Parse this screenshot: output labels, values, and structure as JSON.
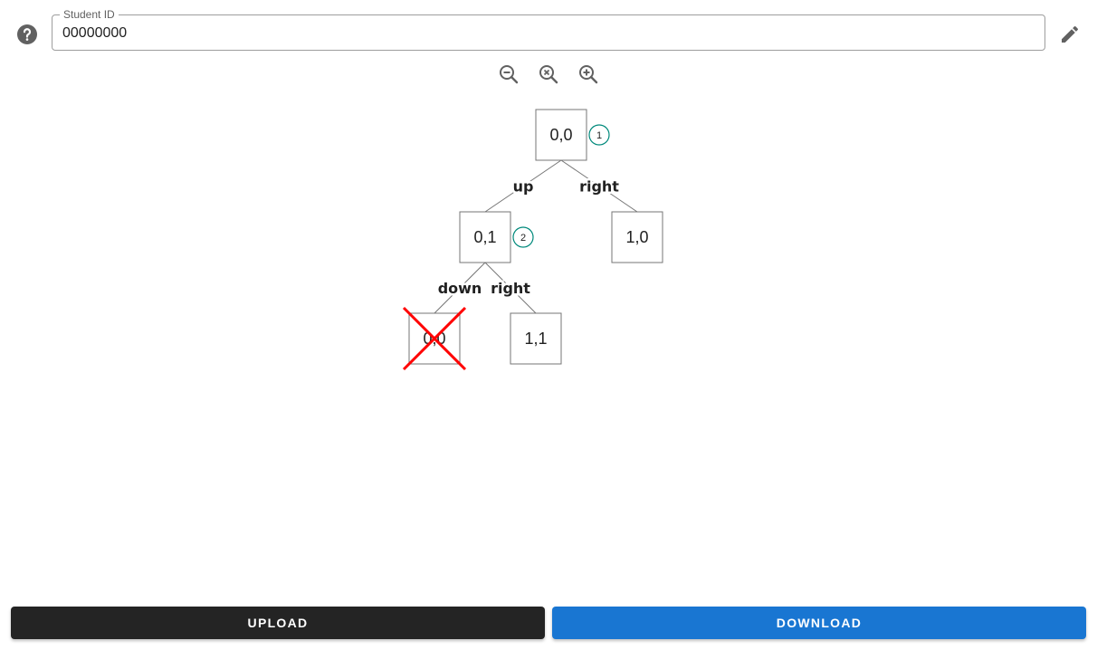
{
  "header": {
    "help_icon": "help-circle-icon",
    "student_id_label": "Student ID",
    "student_id_value": "00000000",
    "edit_icon": "pencil-icon"
  },
  "zoom_controls": {
    "zoom_out_icon": "zoom-out-icon",
    "zoom_reset_icon": "zoom-reset-icon",
    "zoom_in_icon": "zoom-in-icon"
  },
  "tree": {
    "nodes": [
      {
        "id": "n00",
        "label": "0,0",
        "badge": "1",
        "crossed": false
      },
      {
        "id": "n01",
        "label": "0,1",
        "badge": "2",
        "crossed": false
      },
      {
        "id": "n10",
        "label": "1,0",
        "badge": "",
        "crossed": false
      },
      {
        "id": "n00b",
        "label": "0,0",
        "badge": "",
        "crossed": true
      },
      {
        "id": "n11",
        "label": "1,1",
        "badge": "",
        "crossed": false
      }
    ],
    "edges": [
      {
        "from": "n00",
        "to": "n01",
        "label": "up"
      },
      {
        "from": "n00",
        "to": "n10",
        "label": "right"
      },
      {
        "from": "n01",
        "to": "n00b",
        "label": "down"
      },
      {
        "from": "n01",
        "to": "n11",
        "label": "right"
      }
    ],
    "colors": {
      "badge": "#00897b",
      "cross": "#ff0000",
      "node_border": "#757575"
    }
  },
  "footer": {
    "upload_label": "UPLOAD",
    "download_label": "DOWNLOAD",
    "upload_color": "#242424",
    "download_color": "#1976d2"
  }
}
